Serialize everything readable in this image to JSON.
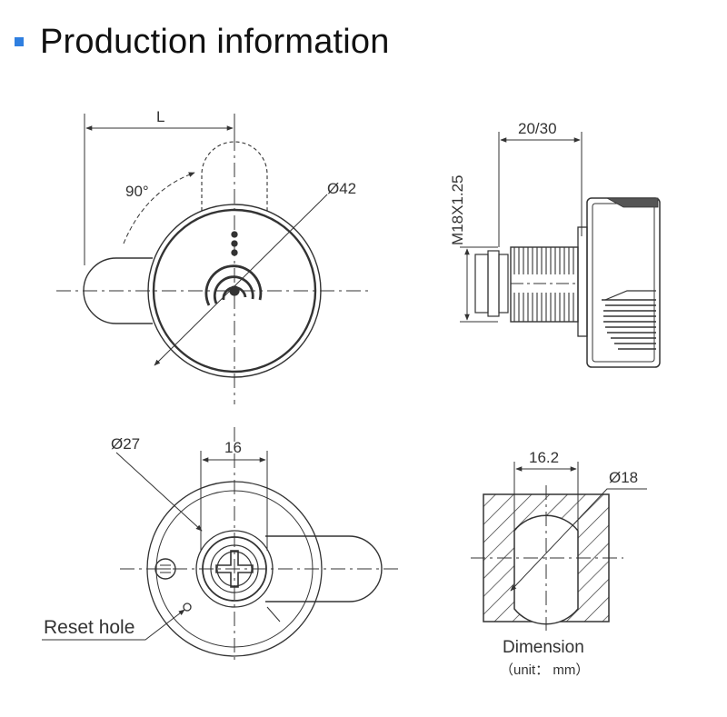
{
  "header": {
    "title": "Production information",
    "accent": "#2f7fe0"
  },
  "front_view": {
    "length_label": "L",
    "rotation_label": "90°",
    "diameter_label": "Ø42"
  },
  "side_view": {
    "depth_label": "20/30",
    "thread_label": "M18X1.25"
  },
  "back_view": {
    "hole_diameter_label": "Ø27",
    "width_label": "16",
    "reset_label": "Reset hole"
  },
  "cutout_view": {
    "width_label": "16.2",
    "diameter_label": "Ø18",
    "caption": "Dimension",
    "unit_note": "（unit： mm）"
  }
}
